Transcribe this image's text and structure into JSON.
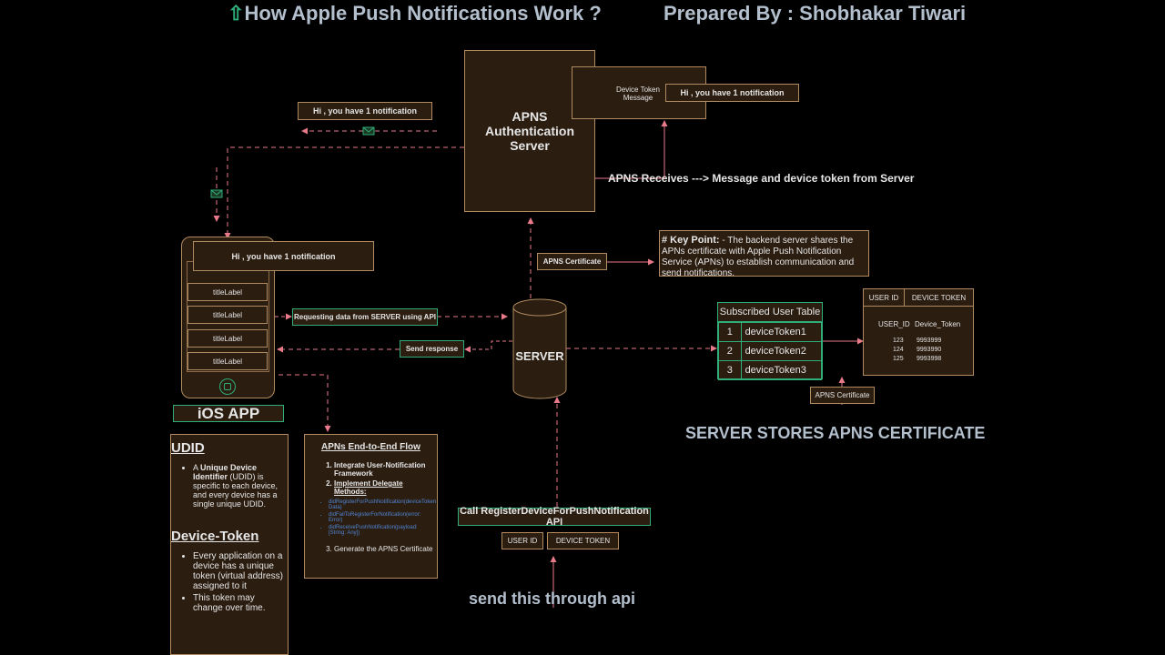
{
  "header": {
    "arrow_glyph": "⇧",
    "title": "How Apple Push Notifications Work ?",
    "author": "Prepared By : Shobhakar Tiwari"
  },
  "apns": {
    "server_title_1": "APNS",
    "server_title_2": "Authentication Server",
    "device_token_label_1": "Device Token",
    "device_token_label_2": "Message",
    "notification_text": "Hi , you have 1 notification",
    "receives_text": "APNS Receives ---> Message and device token from Server"
  },
  "flow": {
    "notification_top": "Hi , you have 1 notification",
    "phone_notification": "Hi , you have 1 notification",
    "request_label": "Requesting data from SERVER using API",
    "response_label": "Send response",
    "cert_label": "APNS Certificate",
    "server_label": "SERVER",
    "register_api": "Call RegisterDeviceForPushNotification API",
    "user_id": "USER ID",
    "device_token": "DEVICE TOKEN",
    "send_text": "send this through api"
  },
  "phone": {
    "rows": [
      "titleLabel",
      "titleLabel",
      "titleLabel",
      "titleLabel"
    ],
    "caption": "iOS APP"
  },
  "key_point": {
    "heading": "# Key Point:",
    "text": " - The backend server shares the APNs certificate with Apple Push Notification Service (APNs) to establish communication and send notifications."
  },
  "subscribed": {
    "title": "Subscribed User Table",
    "rows": [
      {
        "n": "1",
        "token": "deviceToken1"
      },
      {
        "n": "2",
        "token": "deviceToken2"
      },
      {
        "n": "3",
        "token": "deviceToken3"
      }
    ]
  },
  "user_table": {
    "col1": "USER ID",
    "col2": "DEVICE TOKEN",
    "sub1": "USER_ID",
    "sub2": "Device_Token",
    "rows": [
      {
        "id": "123",
        "token": "9993999"
      },
      {
        "id": "124",
        "token": "9993990"
      },
      {
        "id": "125",
        "token": "9993998"
      }
    ],
    "cert": "APNS Certificate",
    "stores": "SERVER STORES APNS CERTIFICATE"
  },
  "udid": {
    "heading": "UDID",
    "item_pre": "A ",
    "item_bold": "Unique Device Identifier",
    "item_post": " (UDID) is specific to each device, and every device has a single unique UDID.",
    "token_heading": "Device-Token",
    "token_items": [
      "Every application on a device has a unique token (virtual address) assigned to it",
      "This token may change over time."
    ]
  },
  "apns_flow": {
    "heading": "APNs End-to-End Flow",
    "step1": "Integrate User-Notification Framework",
    "step2": "Implement Delegate Methods:",
    "methods": [
      "didRegisterForPushNotification(deviceToken Data)",
      "didFailToRegisterForNotification(error: Error)",
      "didReceivePushNotification(payload: [String: Any])"
    ],
    "step3": "Generate the APNS Certificate"
  },
  "colors": {
    "background": "#000000",
    "box_fill": "#2b1d10",
    "box_border": "#b08a60",
    "arrow": "#e87a8a",
    "green_accent": "#2fae7a",
    "title_gray": "#b3bfcc"
  }
}
